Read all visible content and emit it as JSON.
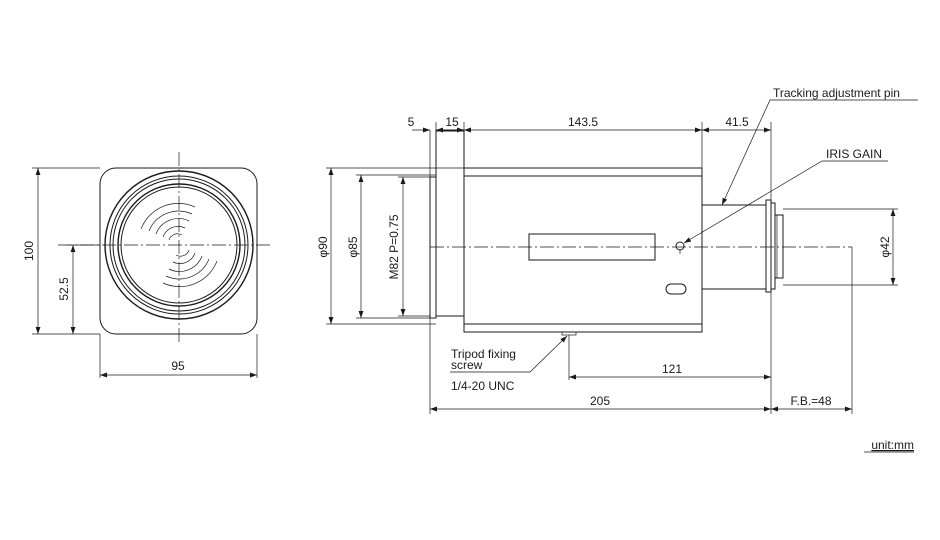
{
  "front_view": {
    "height_dim": "100",
    "center_height_dim": "52.5",
    "width_dim": "95"
  },
  "side_view": {
    "dim_flange": "5",
    "dim_ring": "15",
    "dim_body": "143.5",
    "dim_rear": "41.5",
    "dim_phi90": "φ90",
    "dim_phi85": "φ85",
    "dim_thread": "M82 P=0.75",
    "dim_phi42": "φ42",
    "dim_121": "121",
    "dim_total": "205",
    "dim_fb": "F.B.=48"
  },
  "labels": {
    "tracking_pin": "Tracking adjustment pin",
    "iris_gain": "IRIS GAIN",
    "tripod_line1": "Tripod fixing",
    "tripod_line2": "screw",
    "tripod_spec": "1/4-20 UNC"
  },
  "unit": "unit:mm"
}
